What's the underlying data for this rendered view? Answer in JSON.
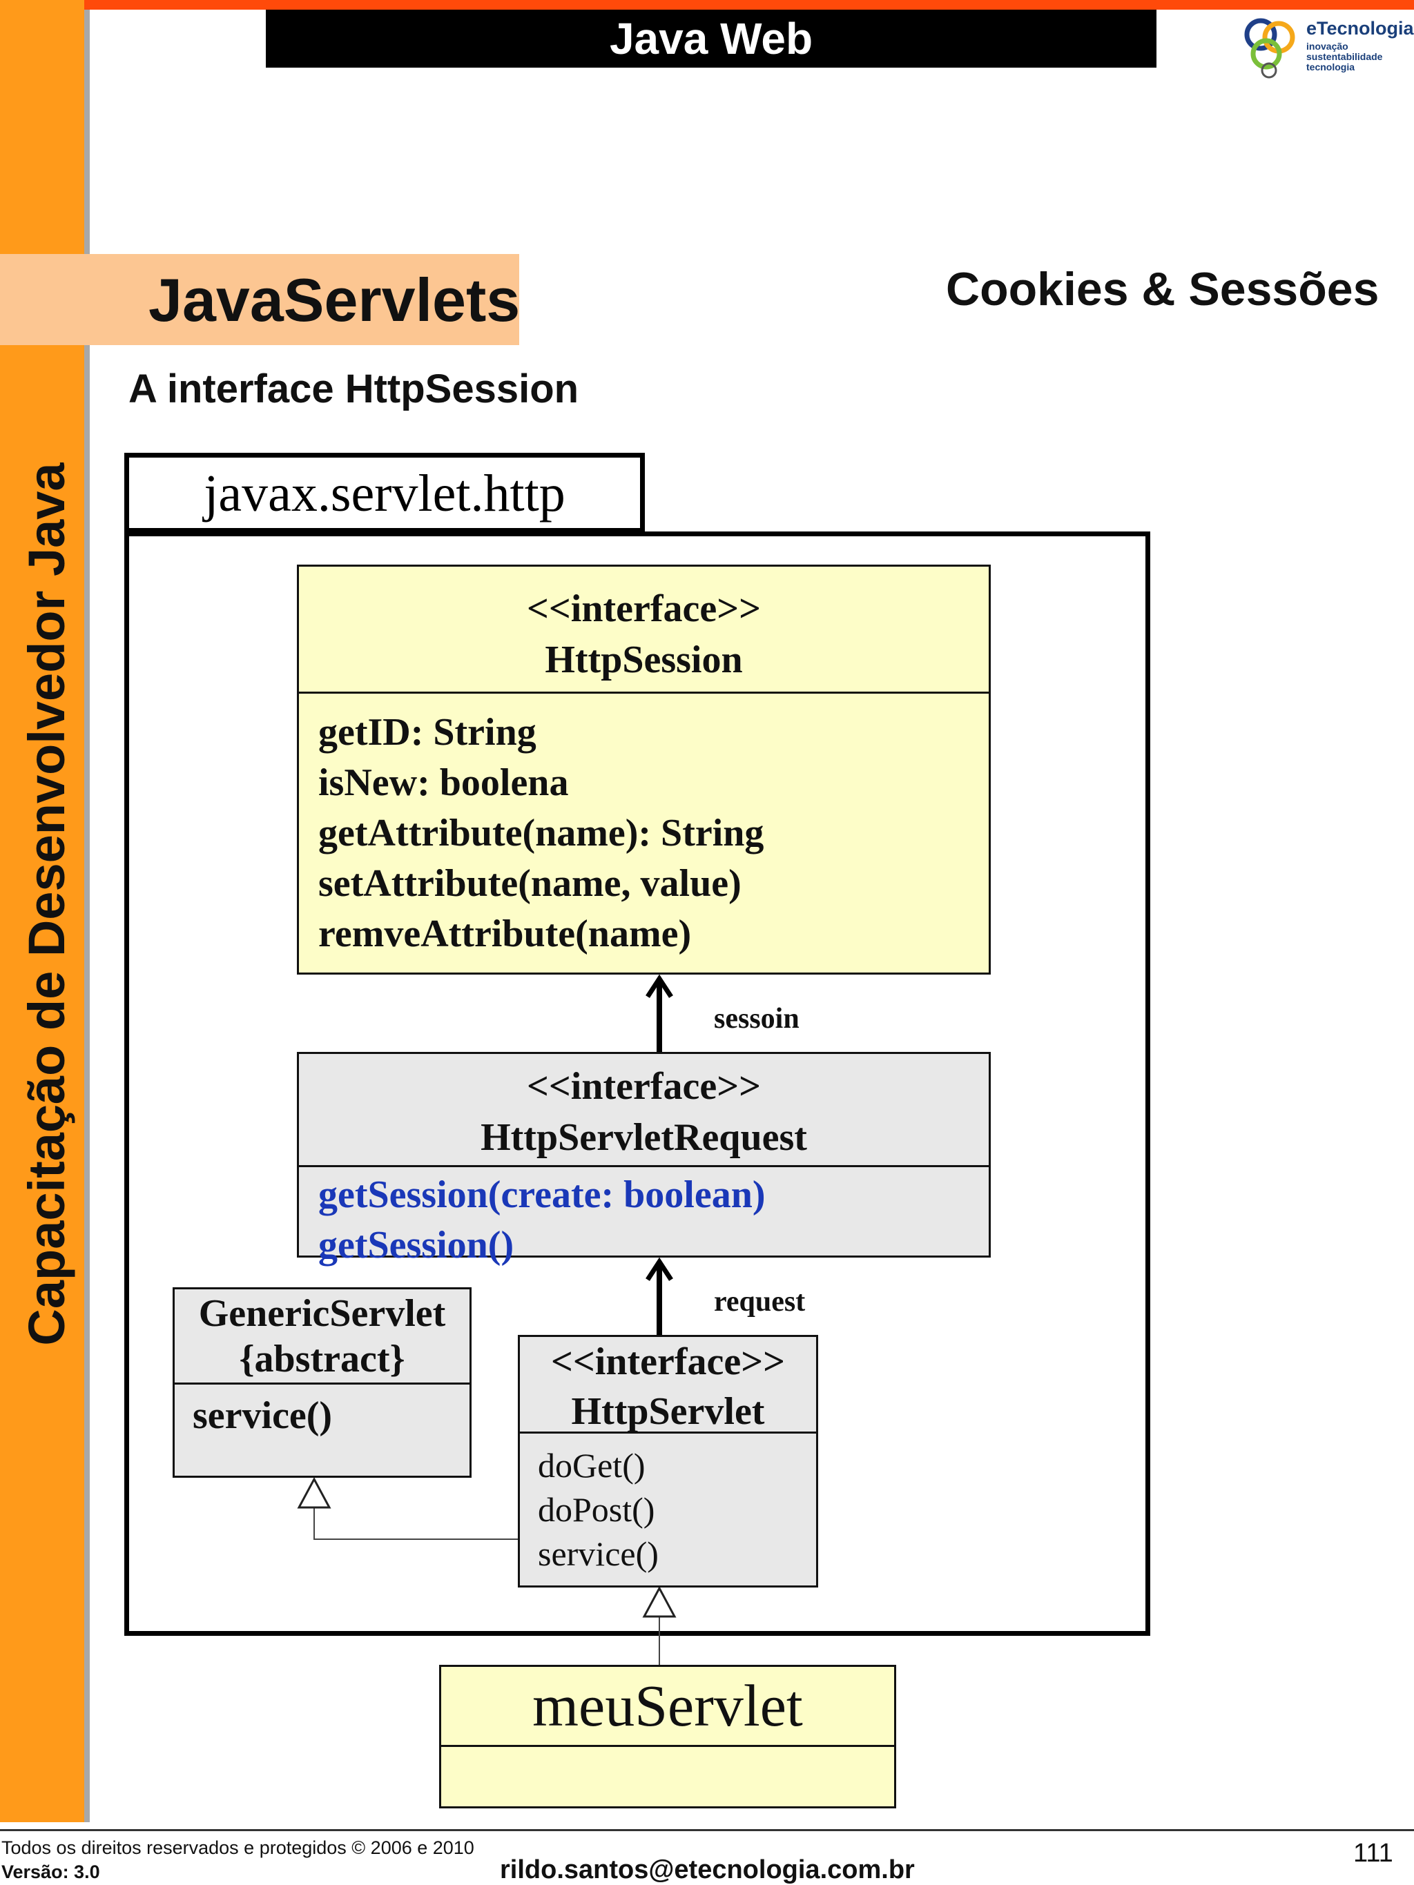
{
  "header": {
    "title": "Java Web"
  },
  "logo": {
    "name": "eTecnologia",
    "tagline": [
      "inovação",
      "sustentabilidade",
      "tecnologia"
    ]
  },
  "sidebar": {
    "label": "Capacitação de Desenvolvedor Java"
  },
  "slide": {
    "title": "JavaServlets",
    "topic": "Cookies & Sessões",
    "subtitle": "A interface HttpSession"
  },
  "diagram": {
    "package": "javax.servlet.http",
    "classes": {
      "httpsession": {
        "stereotype": "<<interface>>",
        "name": "HttpSession",
        "operations": [
          "getID: String",
          "isNew: boolena",
          "getAttribute(name): String",
          "setAttribute(name, value)",
          "remveAttribute(name)"
        ]
      },
      "httpservletrequest": {
        "stereotype": "<<interface>>",
        "name": "HttpServletRequest",
        "operations": [
          "getSession(create: boolean)",
          "getSession()"
        ]
      },
      "genericservlet": {
        "name": "GenericServlet",
        "modifier": "{abstract}",
        "operations": [
          "service()"
        ]
      },
      "httpservlet": {
        "stereotype": "<<interface>>",
        "name": "HttpServlet",
        "operations": [
          "doGet()",
          "doPost()",
          "service()"
        ]
      },
      "meuservlet": {
        "name": "meuServlet"
      }
    },
    "associations": {
      "session": "sessoin",
      "request": "request"
    }
  },
  "footer": {
    "rights": "Todos os direitos reservados e protegidos © 2006 e 2010",
    "version": "Versão: 3.0",
    "email": "rildo.santos@etecnologia.com.br",
    "page": "111"
  }
}
